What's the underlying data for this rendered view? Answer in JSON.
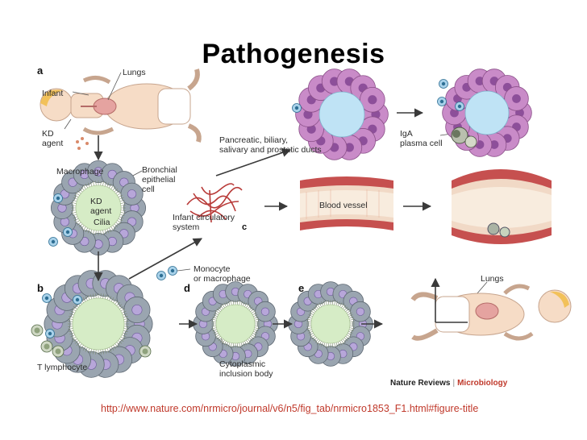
{
  "title": "Pathogenesis",
  "panels": {
    "a": "a",
    "b": "b",
    "c": "c",
    "d": "d",
    "e": "e"
  },
  "labels": {
    "infant": "Infant",
    "lungs_top": "Lungs",
    "kd_agent": "KD\nagent",
    "macrophage": "Macrophage",
    "bronchial": "Bronchial\nepithelial\ncell",
    "kd_agent_inner": "KD\nagent",
    "cilia": "Cilia",
    "infant_circulatory": "Infant circulatory\nsystem",
    "pancreatic": "Pancreatic, biliary,\nsalivary and prostatic ducts",
    "iga": "IgA\nplasma cell",
    "blood_vessel": "Blood vessel",
    "monocyte": "Monocyte\nor macrophage",
    "t_lymphocyte": "T lymphocyte",
    "cytoplasmic": "Cytoplasmic\ninclusion body",
    "lungs_bottom": "Lungs"
  },
  "credit": {
    "journal": "Nature Reviews",
    "separator": "|",
    "section": "Microbiology"
  },
  "url": "http://www.nature.com/nrmicro/journal/v6/n5/fig_tab/nrmicro1853_F1.html#figure-title",
  "colors": {
    "duct_cell": "#c98bc8",
    "duct_lumen": "#bfe3f5",
    "bronchial_cell": "#9aa5b0",
    "bronchial_lumen": "#d6ecc6",
    "vessel_wall": "#c6504f",
    "vessel_inner": "#f1d9c6",
    "arrow": "#3a3a3a",
    "url": "#c0392b"
  }
}
